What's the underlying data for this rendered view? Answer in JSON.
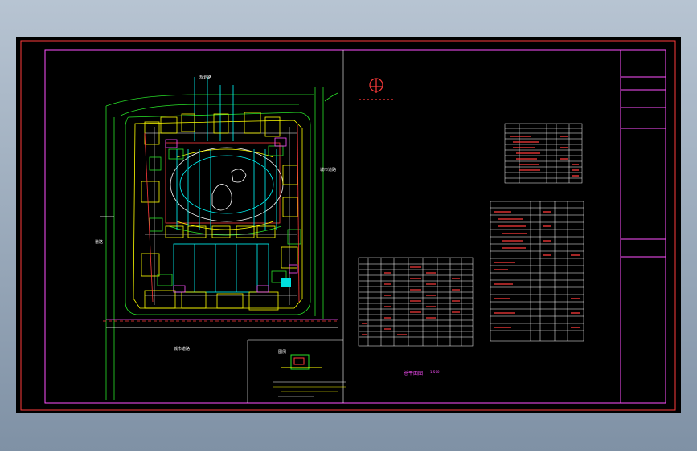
{
  "viewport": {
    "background_top": "#b7c4d2",
    "background_bottom": "#7f91a5"
  },
  "drawing": {
    "background": "#000000",
    "frame_color": "#ff3b3b",
    "inner_frame_color": "#ff4fff",
    "site_line_color": "#28e028",
    "accent_colors": [
      "#ffff00",
      "#00ffff",
      "#ff3b3b",
      "#ffffff",
      "#ff4fff"
    ]
  },
  "labels": {
    "north_road": "规划路",
    "east_road": "城市道路",
    "south_road": "城市道路",
    "west_road": "道路",
    "plan_title": "总平面图",
    "plan_scale": "1:500",
    "legend_title": "图例"
  },
  "tables": {
    "table_a_rows": 10,
    "table_b_rows": 20,
    "table_c_rows": 15
  }
}
